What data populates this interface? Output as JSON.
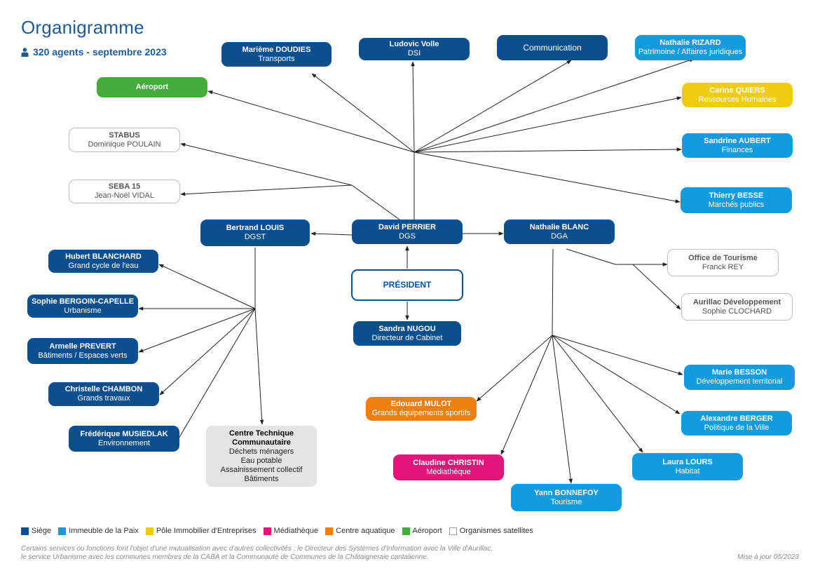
{
  "header": {
    "title": "Organigramme",
    "subtitle": "320 agents - septembre 2023",
    "subtitle_icon": "person-icon"
  },
  "colors": {
    "siege": "#0b4f8f",
    "immeuble_paix": "#139be0",
    "pole_immobilier": "#f0cc0e",
    "mediatheque": "#e2157a",
    "centre_aquatique": "#ee7f10",
    "aeroport": "#45ab3c",
    "satellites": "#ffffff"
  },
  "nodes": {
    "president": {
      "label": "PRÉSIDENT"
    },
    "perrier": {
      "name": "David PERRIER",
      "role": "DGS"
    },
    "nugou": {
      "name": "Sandra NUGOU",
      "role": "Directeur de Cabinet"
    },
    "louis": {
      "name": "Bertrand LOUIS",
      "role": "DGST"
    },
    "blanc": {
      "name": "Nathalie BLANC",
      "role": "DGA"
    },
    "doudies": {
      "name": "Marième DOUDIES",
      "role": "Transports"
    },
    "volle": {
      "name": "Ludovic Volle",
      "role": "DSI"
    },
    "communication": {
      "label": "Communication"
    },
    "rizard": {
      "name": "Nathalie RIZARD",
      "role": "Patrimoine / Affaires juridiques"
    },
    "aeroport": {
      "label": "Aéroport"
    },
    "quiers": {
      "name": "Carine QUIERS",
      "role": "Ressources Humaines"
    },
    "stabus": {
      "name": "STABUS",
      "role": "Dominique POULAIN"
    },
    "aubert": {
      "name": "Sandrine AUBERT",
      "role": "Finances"
    },
    "seba": {
      "name": "SEBA 15",
      "role": "Jean-Noël VIDAL"
    },
    "besse": {
      "name": "Thierry BESSE",
      "role": "Marchés publics"
    },
    "blanchard": {
      "name": "Hubert BLANCHARD",
      "role": "Grand cycle de l'eau"
    },
    "bergoin": {
      "name": "Sophie BERGOIN-CAPELLE",
      "role": "Urbanisme"
    },
    "prevert": {
      "name": "Armelle PREVERT",
      "role": "Bâtiments / Espaces verts"
    },
    "chambon": {
      "name": "Christelle CHAMBON",
      "role": "Grands travaux"
    },
    "musiedlak": {
      "name": "Frédérique MUSIEDLAK",
      "role": "Environnement"
    },
    "ctc": {
      "name": "Centre Technique Communautaire",
      "lines": [
        "Déchets ménagers",
        "Eau potable",
        "Assainissement collectif",
        "Bâtiments"
      ]
    },
    "tourisme_office": {
      "name": "Office de Tourisme",
      "role": "Franck REY"
    },
    "aurillac_dev": {
      "name": "Aurillac Développement",
      "role": "Sophie CLOCHARD"
    },
    "besson": {
      "name": "Marie BESSON",
      "role": "Développement territorial"
    },
    "mulot": {
      "name": "Edouard MULOT",
      "role": "Grands équipements sportifs"
    },
    "berger": {
      "name": "Alexandre BERGER",
      "role": "Politique de la Ville"
    },
    "christin": {
      "name": "Claudine CHRISTIN",
      "role": "Médiathèque"
    },
    "lours": {
      "name": "Laura LOURS",
      "role": "Habitat"
    },
    "bonnefoy": {
      "name": "Yann BONNEFOY",
      "role": "Tourisme"
    }
  },
  "legend": [
    {
      "label": "Siège",
      "color": "#0b4f8f"
    },
    {
      "label": "Immeuble de la Paix",
      "color": "#139be0"
    },
    {
      "label": "Pôle Immobilier d'Entreprises",
      "color": "#f0cc0e"
    },
    {
      "label": "Médiathèque",
      "color": "#e2157a"
    },
    {
      "label": "Centre aquatique",
      "color": "#ee7f10"
    },
    {
      "label": "Aéroport",
      "color": "#45ab3c"
    },
    {
      "label": "Organismes satellites",
      "color": "#ffffff"
    }
  ],
  "footer": {
    "note_line1": "Certains services ou fonctions font l'objet d'une mutualisation avec d'autres collectivités : le Directeur des Systèmes d'Information avec la Ville d'Aurillac,",
    "note_line2": "le service Urbanisme avec les communes membres de la CABA et la Communauté de Communes de la Châtaigneraie cantalienne.",
    "update": "Mise à jour 05/2023"
  }
}
